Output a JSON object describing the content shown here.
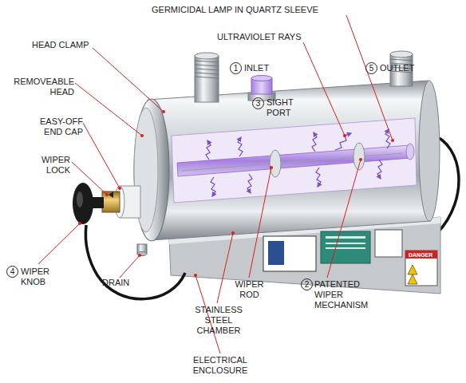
{
  "diagram": {
    "labels": [
      "GERMICIDAL LAMP IN QUARTZ SLEEVE",
      "HEAD CLAMP",
      "ULTRAVIOLET RAYS",
      "1",
      "INLET",
      "5",
      "OUTLET",
      "REMOVEABLE HEAD",
      "3",
      "SIGHT PORT",
      "EASY-OFF END CAP",
      "WIPER LOCK",
      "4",
      "WIPER KNOB",
      "DRAIN",
      "WIPER ROD",
      "2",
      "PATENTED WIPER MECHANISM",
      "STAINLESS STEEL CHAMBER",
      "DANGER",
      "ELECTRICAL ENCLOSURE"
    ]
  }
}
